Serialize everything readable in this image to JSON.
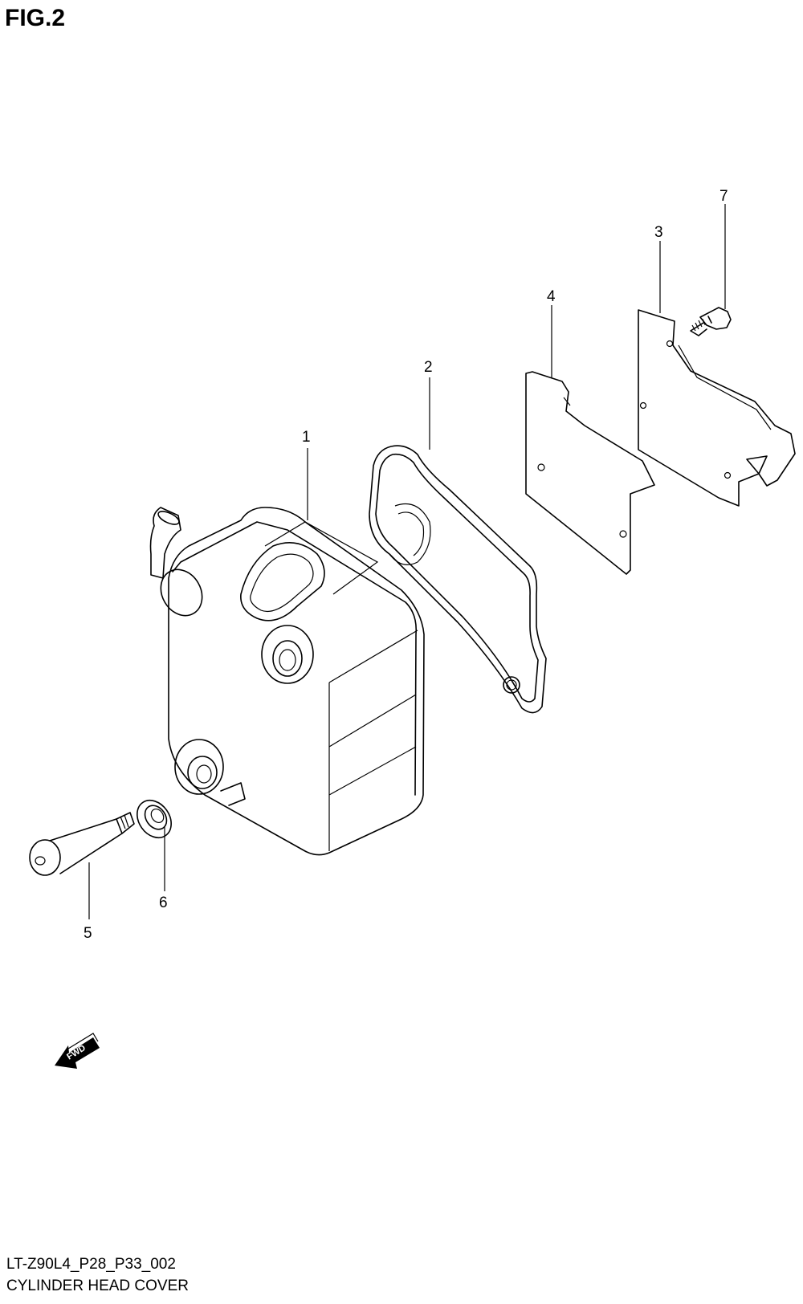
{
  "figure": {
    "title": "FIG.2",
    "code": "LT-Z90L4_P28_P33_002",
    "name": "CYLINDER HEAD COVER"
  },
  "callouts": [
    "1",
    "2",
    "3",
    "4",
    "5",
    "6",
    "7"
  ],
  "fwd_label": "FWD"
}
